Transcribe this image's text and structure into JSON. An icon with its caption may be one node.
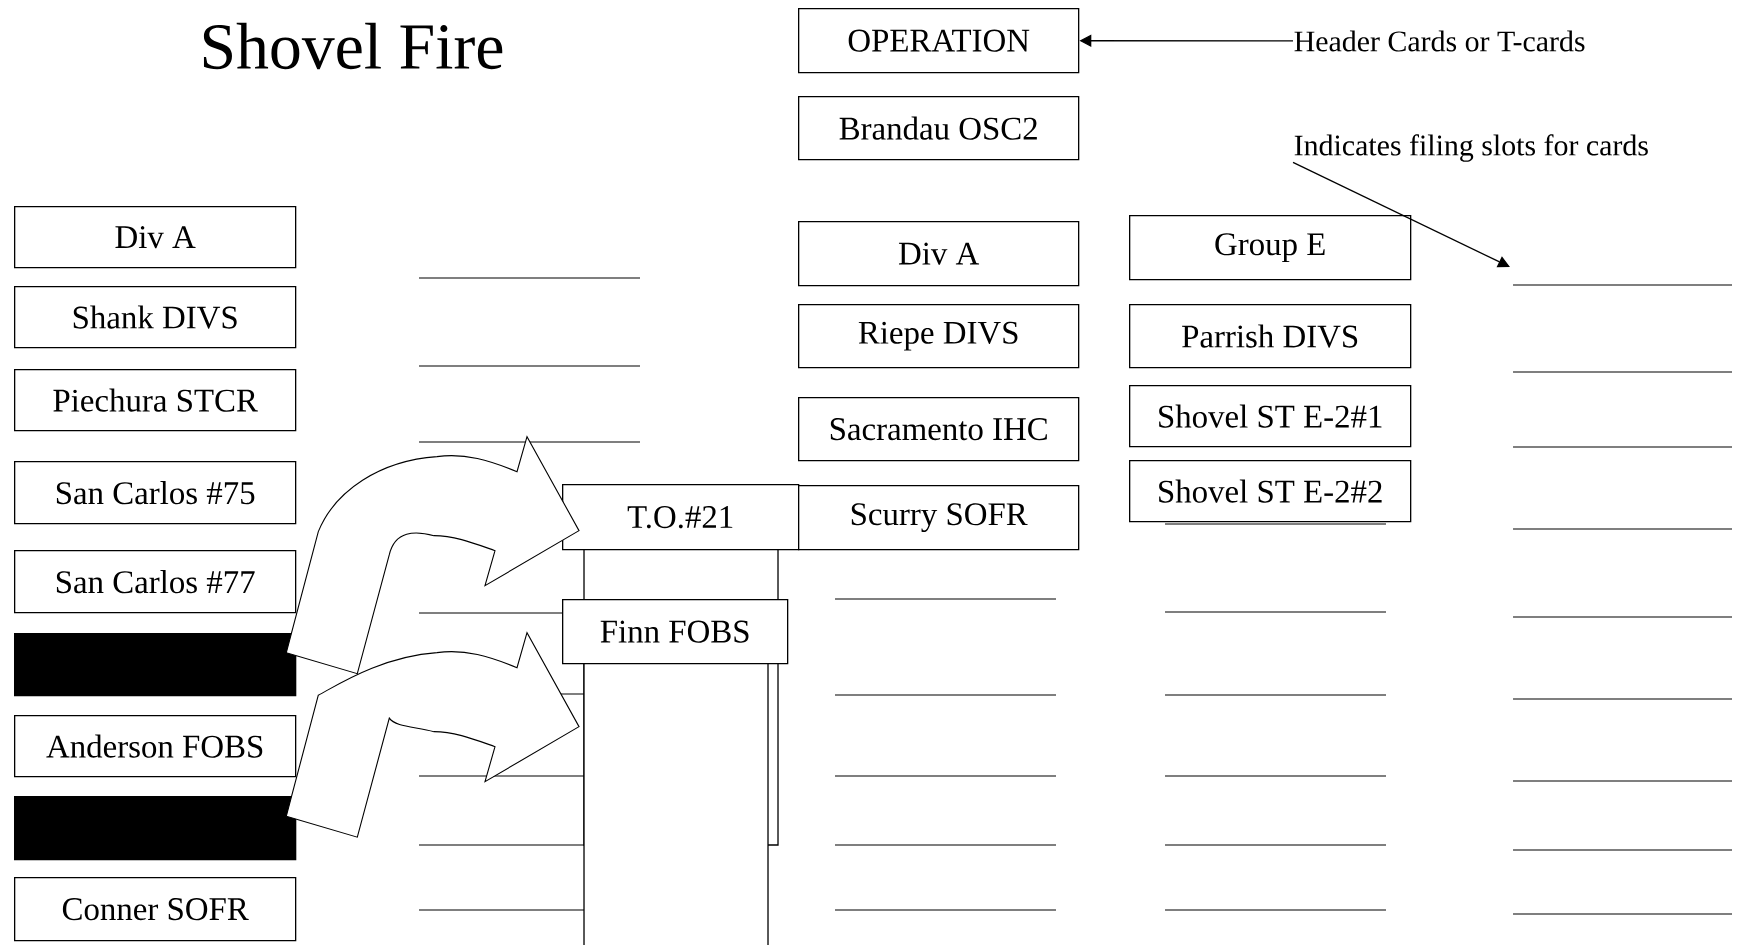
{
  "diagram": {
    "title": "Shovel Fire",
    "nodes": [
      {
        "text": [
          "Div A"
        ]
      },
      {
        "text": [
          "Shank DIVS"
        ]
      },
      {
        "text": [
          "Piechura STCR"
        ]
      },
      {
        "text": [
          "San Carlos #75"
        ]
      },
      {
        "text": [
          "San Carlos #77"
        ]
      },
      {
        "text": [],
        "shape": "box"
      },
      {
        "text": [
          "Anderson FOBS"
        ]
      },
      {
        "text": [],
        "shape": "box"
      },
      {
        "text": [
          "Conner SOFR"
        ]
      },
      {
        "text": [
          "T.O.#21"
        ]
      },
      {
        "text": [
          "Finn FOBS"
        ]
      },
      {
        "text": [
          "OPERATION"
        ]
      },
      {
        "text": [
          "Brandau OSC2"
        ]
      },
      {
        "text": [
          "Div A"
        ]
      },
      {
        "text": [
          "Riepe DIVS"
        ]
      },
      {
        "text": [
          "Sacramento IHC"
        ]
      },
      {
        "text": [
          "Scurry SOFR"
        ]
      },
      {
        "text": [
          "Group E"
        ]
      },
      {
        "text": [
          "Parrish DIVS"
        ]
      },
      {
        "text": [
          "Shovel ST E-2#1"
        ]
      },
      {
        "text": [
          "Shovel ST E-2#2"
        ]
      },
      {
        "text": [
          "Header Cards or T-cards"
        ]
      },
      {
        "text": [
          "Indicates filing slots for cards"
        ]
      }
    ],
    "edges": [
      {
        "from": 21,
        "to": 11,
        "arrow": "to"
      },
      {
        "from": 22,
        "to": null,
        "arrow": "to"
      },
      {
        "from": 5,
        "to": 9,
        "arrow": "to",
        "style": "thick"
      },
      {
        "from": 7,
        "to": 10,
        "arrow": "to",
        "style": "thick"
      }
    ]
  }
}
